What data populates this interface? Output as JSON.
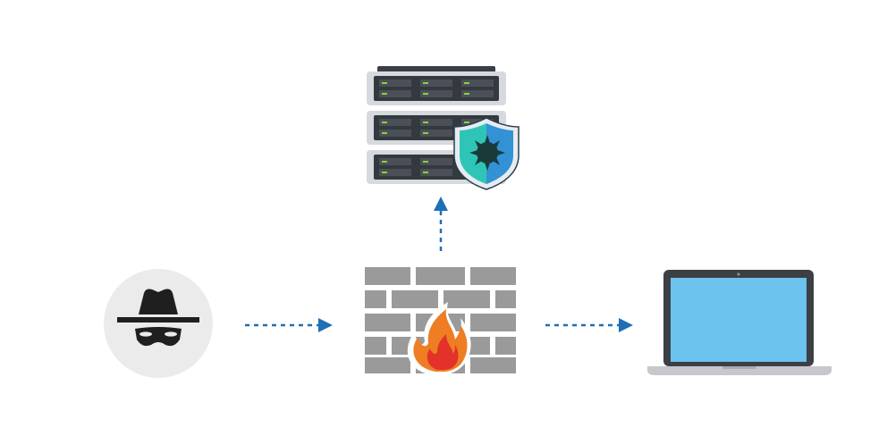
{
  "colors": {
    "background": "#ffffff",
    "arrow": "#1f6fb5",
    "hacker_circle": "#ebebeb",
    "hacker_figure": "#1f1f1f",
    "brick": "#9a9a9a",
    "mortar": "#ffffff",
    "flame_outer": "#ee7d24",
    "flame_inner": "#e3322a",
    "server_body": "#34383f",
    "server_frame": "#d6dadf",
    "server_led": "#8cd13a",
    "shield_left": "#2fc5b6",
    "shield_right": "#3391d6",
    "virus": "#1a3a3a",
    "laptop_screen": "#6cc3ee",
    "laptop_frame": "#3c3f44",
    "laptop_base": "#c6c8cb"
  },
  "nodes": [
    {
      "id": "attacker",
      "icon": "hacker-icon"
    },
    {
      "id": "firewall",
      "icon": "firewall-icon"
    },
    {
      "id": "protected-server",
      "icon": "server-shield-icon"
    },
    {
      "id": "client",
      "icon": "laptop-icon"
    }
  ],
  "connections": [
    {
      "from": "attacker",
      "to": "firewall",
      "style": "dashed-arrow"
    },
    {
      "from": "firewall",
      "to": "client",
      "style": "dashed-arrow"
    },
    {
      "from": "firewall",
      "to": "protected-server",
      "style": "dashed-arrow"
    }
  ]
}
